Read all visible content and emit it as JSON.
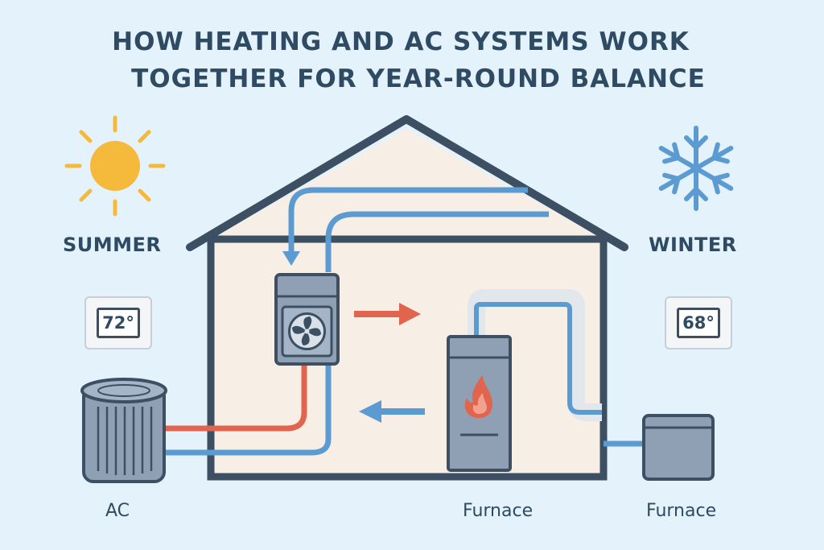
{
  "title": {
    "line1": "HOW HEATING AND AC SYSTEMS WORK",
    "line2": "TOGETHER FOR YEAR-ROUND BALANCE"
  },
  "seasons": {
    "summer": {
      "label": "SUMMER",
      "icon": "sun-icon",
      "thermostat": "72°"
    },
    "winter": {
      "label": "WINTER",
      "icon": "snowflake-icon",
      "thermostat": "68°"
    }
  },
  "components": {
    "ac_unit": {
      "label": "AC",
      "icon": "ac-condenser-icon"
    },
    "furnace_inside": {
      "label": "Furnace",
      "icon": "flame-icon"
    },
    "furnace_outside": {
      "label": "Furnace"
    },
    "air_handler": {
      "icon": "fan-icon"
    }
  },
  "colors": {
    "background": "#e3f2fb",
    "house_wall": "#3d4f63",
    "house_fill": "#f7efe6",
    "cool_line": "#5c9bd1",
    "warm_line": "#e0644e",
    "sun": "#f5b93b",
    "text": "#2f4a63"
  }
}
